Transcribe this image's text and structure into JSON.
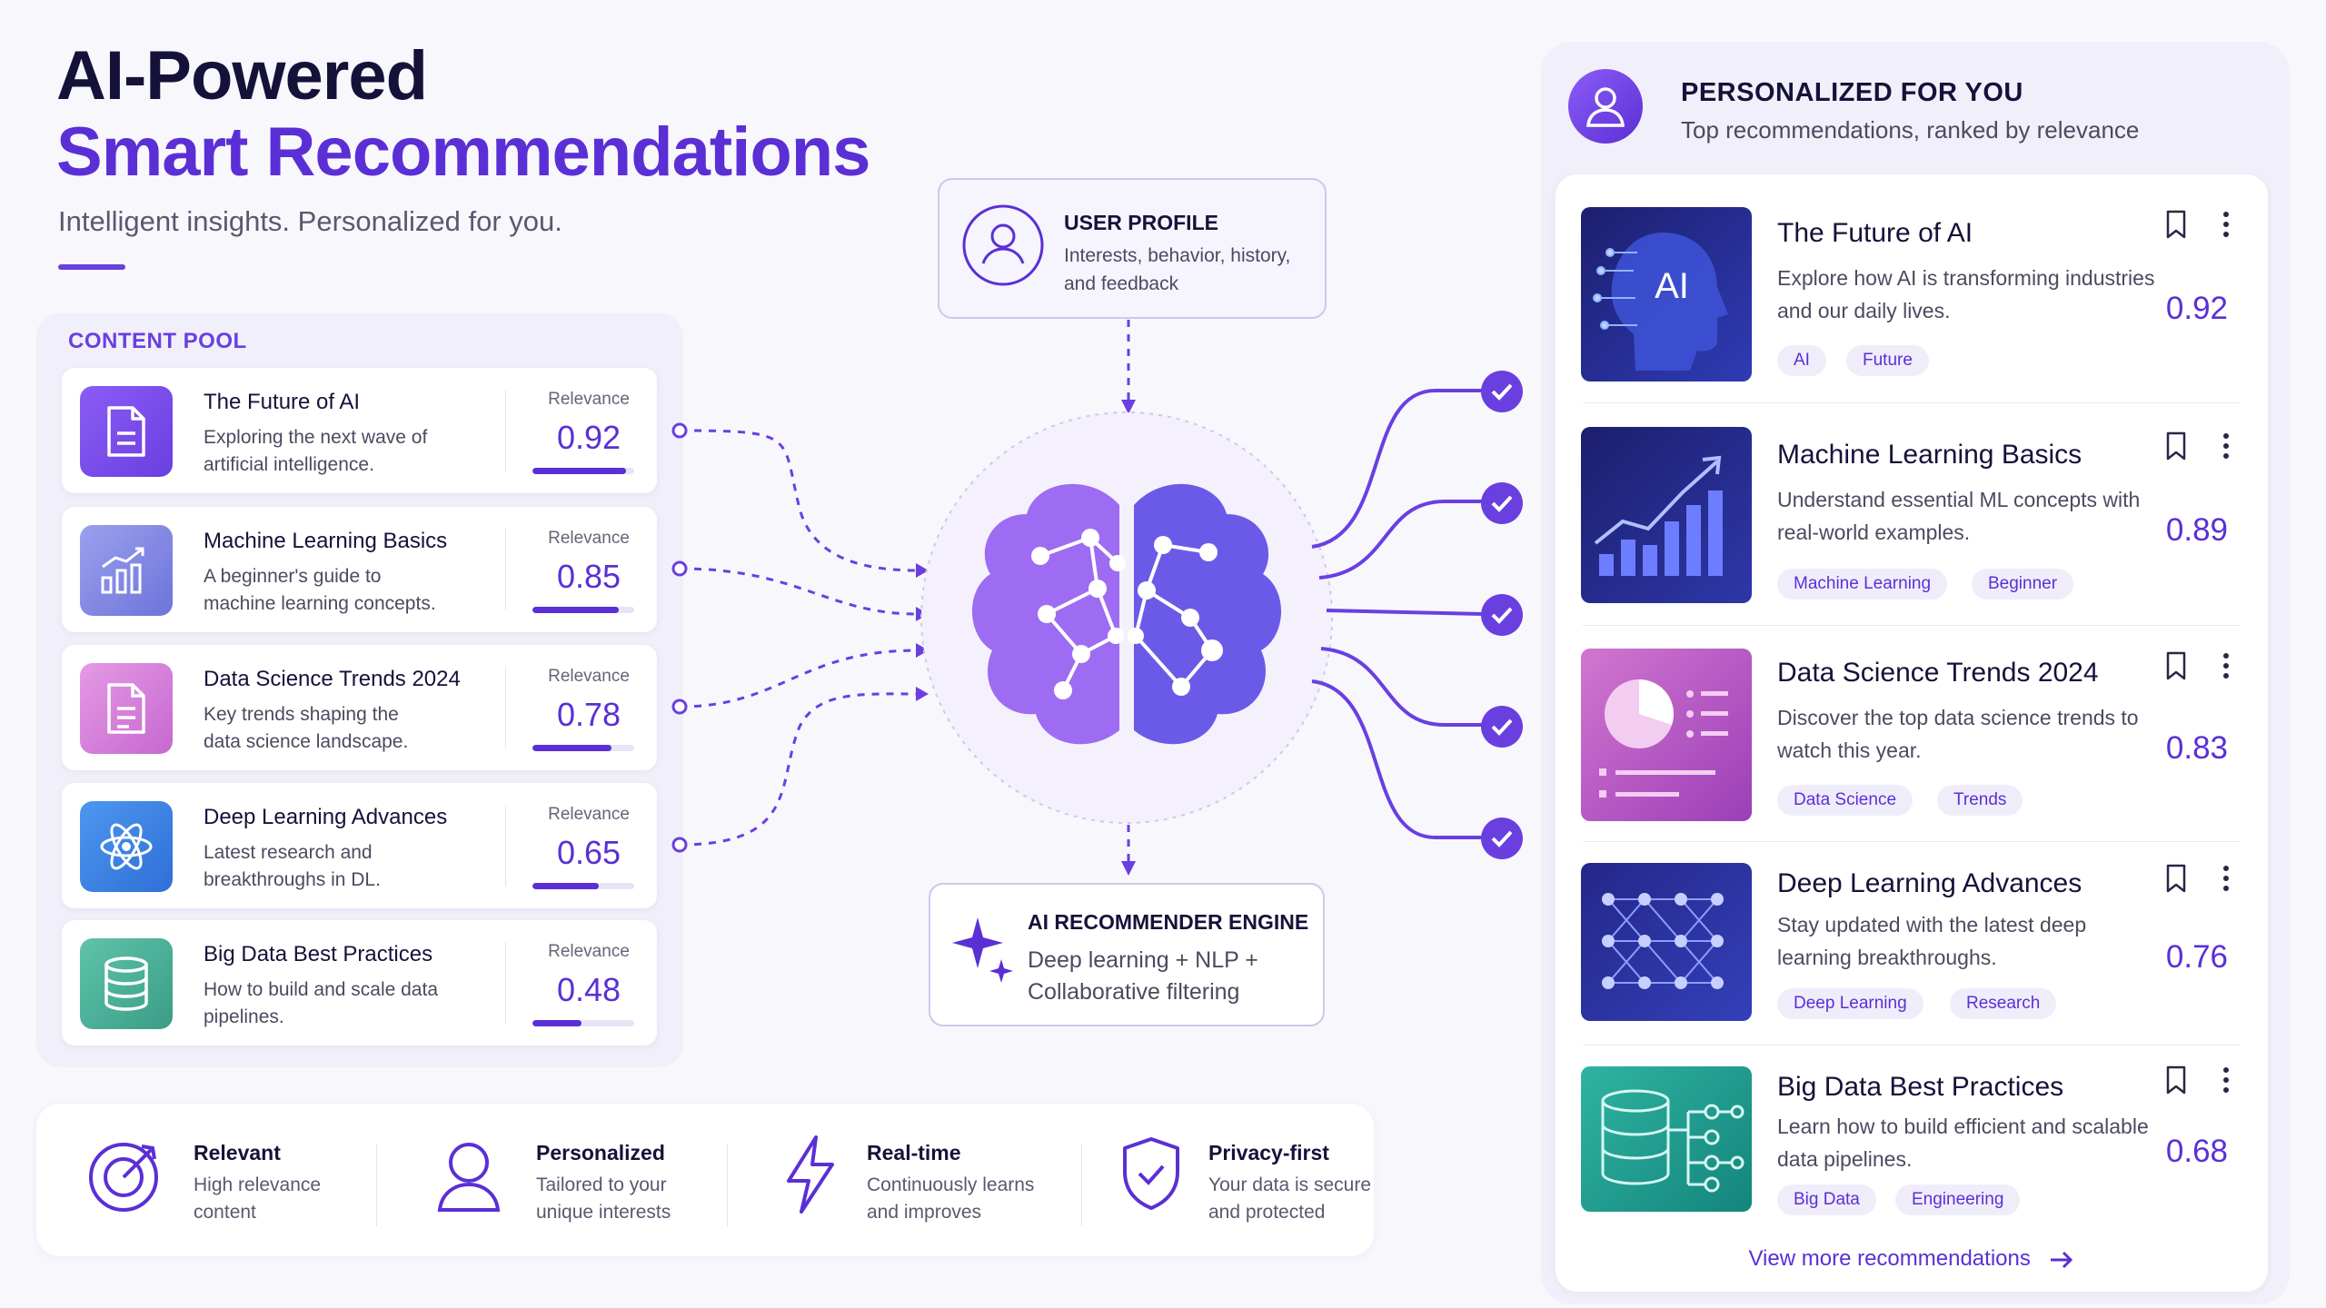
{
  "header": {
    "title_line1": "AI-Powered",
    "title_line2": "Smart Recommendations",
    "subtitle": "Intelligent insights. Personalized for you."
  },
  "content_pool": {
    "label": "CONTENT POOL",
    "relevance_label": "Relevance",
    "items": [
      {
        "title": "The Future of AI",
        "desc": "Exploring the next wave of artificial intelligence.",
        "relevance": "0.92",
        "icon": "document-icon",
        "color": "#7c4ddc"
      },
      {
        "title": "Machine Learning Basics",
        "desc": "A beginner's guide to machine learning concepts.",
        "relevance": "0.85",
        "icon": "bar-chart-icon",
        "color": "#7f86e3"
      },
      {
        "title": "Data Science Trends 2024",
        "desc": "Key trends shaping the data science landscape.",
        "relevance": "0.78",
        "icon": "document-icon",
        "color": "#d77fd7"
      },
      {
        "title": "Deep Learning Advances",
        "desc": "Latest research and breakthroughs in DL.",
        "relevance": "0.65",
        "icon": "atom-icon",
        "color": "#3e82e6"
      },
      {
        "title": "Big Data Best Practices",
        "desc": "How to build and scale data pipelines.",
        "relevance": "0.48",
        "icon": "database-icon",
        "color": "#4fb39a"
      }
    ]
  },
  "user_profile": {
    "title": "USER PROFILE",
    "desc": "Interests, behavior, history, and feedback"
  },
  "engine": {
    "title": "AI RECOMMENDER ENGINE",
    "desc": "Deep learning + NLP + Collaborative filtering"
  },
  "features": [
    {
      "title": "Relevant",
      "desc": "High relevance content",
      "icon": "target-icon"
    },
    {
      "title": "Personalized",
      "desc": "Tailored to your unique interests",
      "icon": "user-icon"
    },
    {
      "title": "Real-time",
      "desc": "Continuously learns and improves",
      "icon": "lightning-icon"
    },
    {
      "title": "Privacy-first",
      "desc": "Your data is secure and protected",
      "icon": "shield-check-icon"
    }
  ],
  "panel": {
    "title": "PERSONALIZED FOR YOU",
    "subtitle": "Top recommendations, ranked by relevance",
    "view_more": "View more recommendations",
    "items": [
      {
        "title": "The Future of AI",
        "desc": "Explore how AI is transforming industries and our daily lives.",
        "score": "0.92",
        "tags": [
          "AI",
          "Future"
        ],
        "image_label": "AI"
      },
      {
        "title": "Machine Learning Basics",
        "desc": "Understand essential ML concepts with real-world examples.",
        "score": "0.89",
        "tags": [
          "Machine Learning",
          "Beginner"
        ]
      },
      {
        "title": "Data Science Trends 2024",
        "desc": "Discover the top data science trends to watch this year.",
        "score": "0.83",
        "tags": [
          "Data Science",
          "Trends"
        ]
      },
      {
        "title": "Deep Learning Advances",
        "desc": "Stay updated with the latest deep learning breakthroughs.",
        "score": "0.76",
        "tags": [
          "Deep Learning",
          "Research"
        ]
      },
      {
        "title": "Big Data Best Practices",
        "desc": "Learn how to build efficient and scalable data pipelines.",
        "score": "0.68",
        "tags": [
          "Big Data",
          "Engineering"
        ]
      }
    ]
  },
  "colors": {
    "accent": "#5b2fd6",
    "accent_light": "#8b5cf6",
    "text_dark": "#15123a"
  }
}
